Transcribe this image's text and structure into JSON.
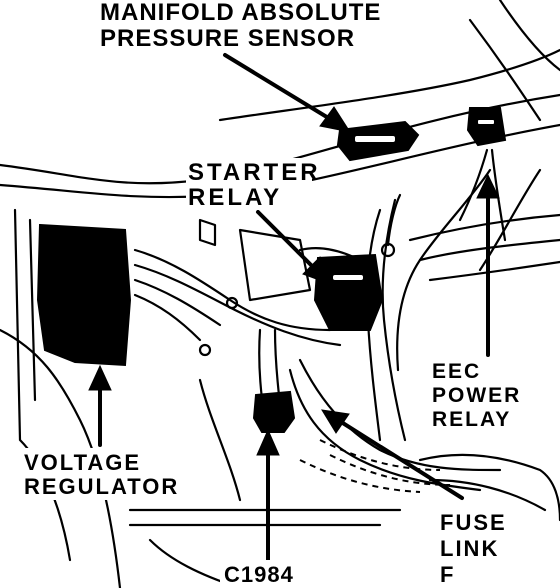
{
  "labels": {
    "map_sensor": [
      "MANIFOLD ABSOLUTE",
      "PRESSURE SENSOR"
    ],
    "starter_relay": [
      "STARTER",
      "RELAY"
    ],
    "eec_power_relay": [
      "EEC",
      "POWER",
      "RELAY"
    ],
    "voltage_regulator": [
      "VOLTAGE",
      "REGULATOR"
    ],
    "fuse_link": [
      "FUSE",
      "LINK",
      "F"
    ],
    "connector": "C1984"
  }
}
